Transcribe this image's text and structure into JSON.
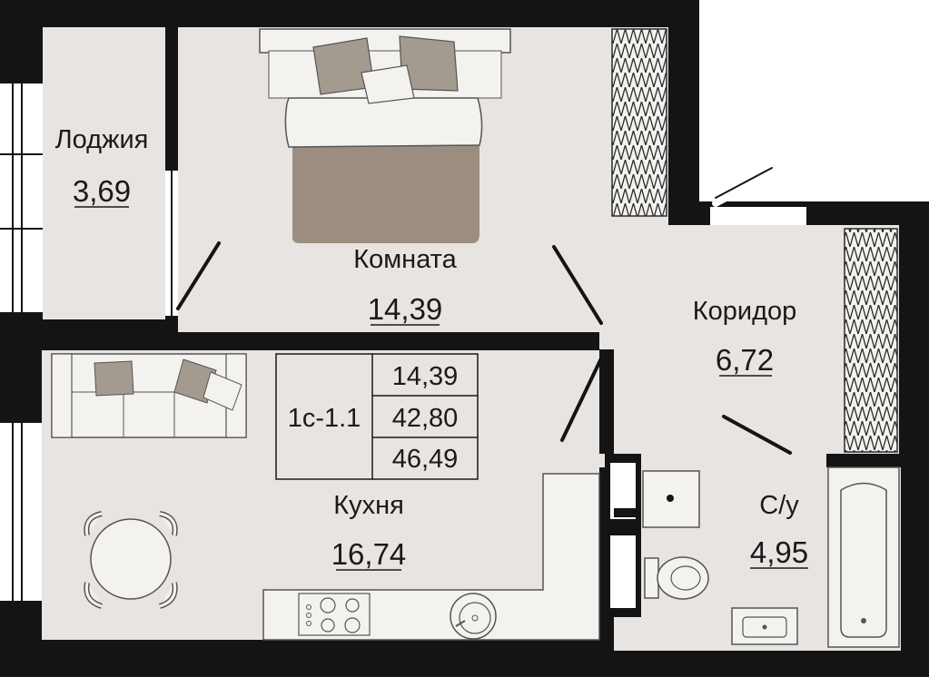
{
  "rooms": {
    "loggia": {
      "name": "Лоджия",
      "area": "3,69"
    },
    "room": {
      "name": "Комната",
      "area": "14,39"
    },
    "corridor": {
      "name": "Коридор",
      "area": "6,72"
    },
    "kitchen": {
      "name": "Кухня",
      "area": "16,74"
    },
    "bathroom": {
      "name": "С/у",
      "area": "4,95"
    }
  },
  "summary": {
    "type": "1с-1.1",
    "living_area": "14,39",
    "total_area": "42,80",
    "total_with_loggia": "46,49"
  },
  "colors": {
    "wall": "#141414",
    "floor": "#e8e4e2",
    "furniture": "#f4f2ef",
    "accent": "#a39a90",
    "bed_dark": "#9b8d80"
  }
}
